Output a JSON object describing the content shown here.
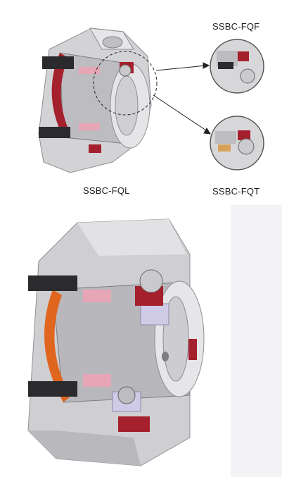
{
  "labels": {
    "main_seal": "SSBC-FQL",
    "detail_top": "SSBC-FQF",
    "detail_bottom": "SSBC-FQT"
  },
  "colors": {
    "metal_light": "#d9d9dc",
    "metal_mid": "#b6b6bb",
    "metal_dark": "#6b6b70",
    "accent_red": "#a4202c",
    "accent_orange": "#e0661f",
    "pink": "#e7a6b6",
    "lavender": "#cfcbe6",
    "gasket_black": "#2b2b2e"
  }
}
